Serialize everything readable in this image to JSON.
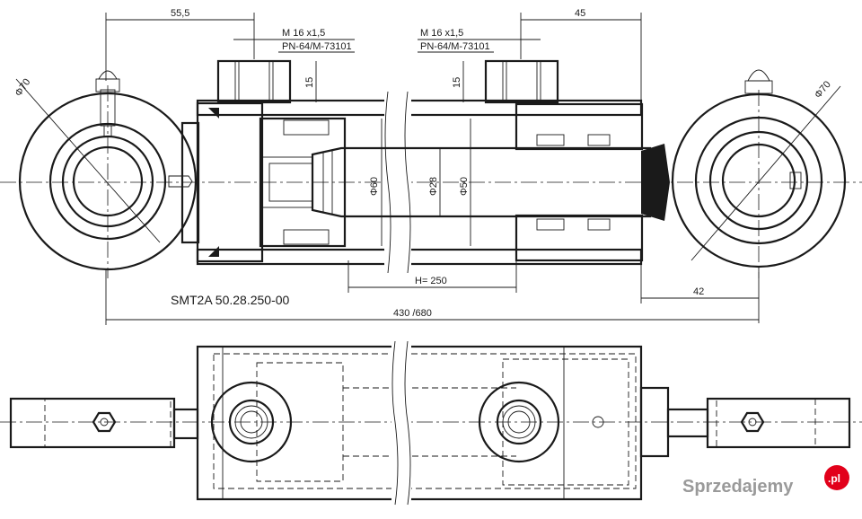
{
  "drawing": {
    "part_code": "SMT2A 50.28.250-00",
    "dimensions": {
      "left_offset": "55,5",
      "right_offset": "45",
      "port_thread_left": "M 16 x1,5",
      "port_spec_left": "PN-64/M-73101",
      "port_thread_right": "M 16 x1,5",
      "port_spec_right": "PN-64/M-73101",
      "port_depth_left": "15",
      "port_depth_right": "15",
      "eye_diameter_left": "Φ70",
      "eye_diameter_right": "Φ70",
      "bore_60": "Φ60",
      "rod_28": "Φ28",
      "bore_50": "Φ50",
      "stroke": "H= 250",
      "rod_end": "42",
      "overall_length": "430 /680"
    }
  },
  "watermark": {
    "site_name": "Sprzedajemy",
    "tld": ".pl",
    "accent_color": "#e2001a"
  }
}
